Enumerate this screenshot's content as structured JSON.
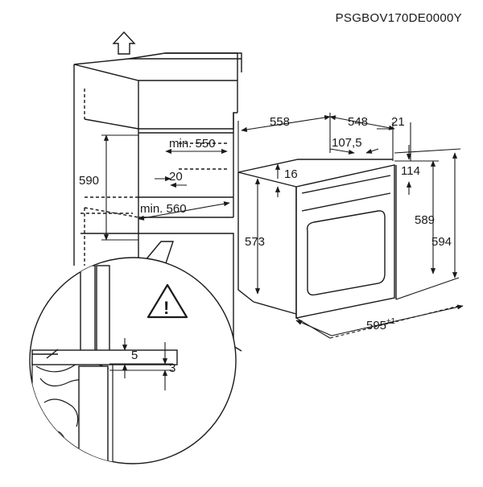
{
  "model_code": "PSGBOV170DE0000Y",
  "dimensions": {
    "cabinet_min_height": "min. 550",
    "cabinet_height": "590",
    "cabinet_gap": "20",
    "cabinet_min_depth": "min. 560",
    "oven_depth_total": "558",
    "oven_body_depth": "548",
    "oven_front_depth": "21",
    "oven_control_offset": "107,5",
    "oven_top_offset": "16",
    "oven_door_offset": "114",
    "oven_body_height": "573",
    "oven_front_height": "589",
    "oven_total_height": "594",
    "oven_width": "595",
    "oven_width_tolerance": "±1",
    "detail_gap_5": "5",
    "detail_gap_3": "3"
  },
  "icons": {
    "warning": "!"
  }
}
